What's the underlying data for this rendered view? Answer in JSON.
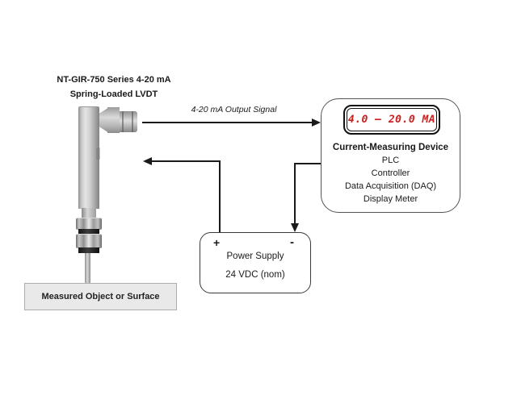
{
  "diagram": {
    "sensor": {
      "title_line1": "NT-GIR-750 Series 4-20 mA",
      "title_line2": "Spring-Loaded LVDT"
    },
    "output_signal": {
      "label": "4-20 mA Output Signal"
    },
    "measuring_device": {
      "display_value": "4.0 – 20.0 MA",
      "title": "Current-Measuring Device",
      "items": [
        "PLC",
        "Controller",
        "Data Acquisition (DAQ)",
        "Display Meter"
      ]
    },
    "power_supply": {
      "plus_label": "+",
      "minus_label": "-",
      "line1": "Power Supply",
      "line2": "24 VDC (nom)"
    },
    "measured_object": {
      "label": "Measured Object or Surface"
    },
    "colors": {
      "display_text": "#cc1e1e",
      "wire": "#1a1a1a",
      "measured_object_fill": "#e9e9e9"
    }
  }
}
